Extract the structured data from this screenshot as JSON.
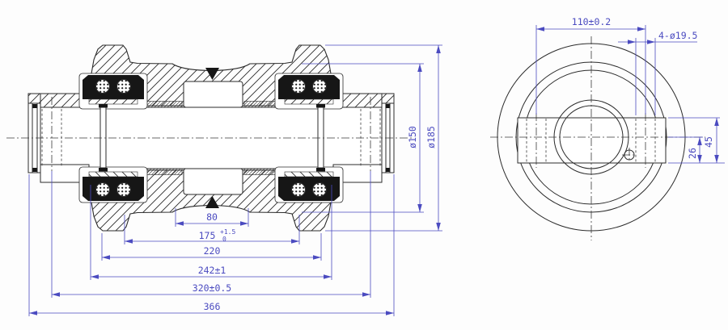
{
  "drawing": {
    "type": "engineering-drawing",
    "part": "track-roller-assembly-section-and-end-view",
    "colors": {
      "dimension": "#4b4bc0",
      "line": "#2b2b2b",
      "background": "#fdfdfd"
    },
    "section_view": {
      "dims_bottom": {
        "width_80": "80",
        "width_175": "175",
        "width_175_tol_upper": "+1.5",
        "width_175_tol_lower": "0",
        "width_220": "220",
        "width_242": "242±1",
        "width_320": "320±0.5",
        "width_366": "366"
      },
      "dims_right": {
        "dia_150": "ø150",
        "dia_185": "ø185"
      }
    },
    "end_view": {
      "dims": {
        "bolt_spacing": "110±0.2",
        "bolt_holes": "4-ø19.5",
        "offset_26": "26",
        "offset_45": "45"
      }
    }
  }
}
